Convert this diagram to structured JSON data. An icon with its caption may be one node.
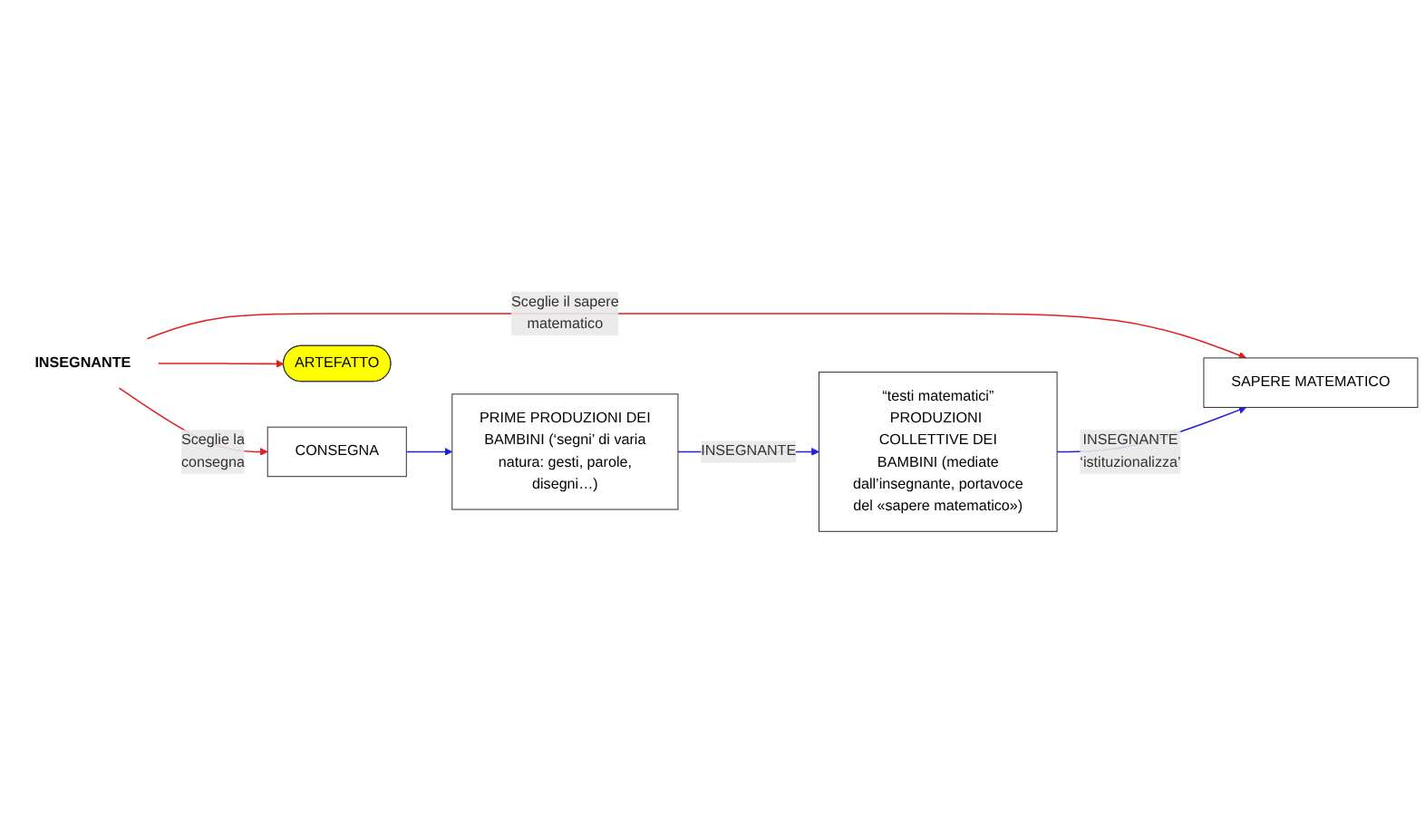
{
  "diagram": {
    "nodes": [
      {
        "text": [
          "CONSEGNA"
        ]
      },
      {
        "text": [
          "PRIME PRODUZIONI DEI BAMBINI (‘segni’ di varia natura: gesti, parole, disegni…)"
        ]
      },
      {
        "text": [
          "INSEGNANTE"
        ]
      },
      {
        "text": [
          "ARTEFATTO"
        ]
      },
      {
        "text": [
          "SAPERE MATEMATICO"
        ]
      },
      {
        "text": [
          "“testi matematici” PRODUZIONI COLLETTIVE DEI BAMBINI (mediate dall’insegnante, portavoce del «sapere matematico»)"
        ]
      }
    ],
    "edges": [
      {
        "from": 0,
        "to": 1,
        "arrow": "to",
        "color": "#2020e0"
      },
      {
        "from": 2,
        "to": 0,
        "arrow": "to",
        "label": "Sceglie la consegna",
        "color": "#e02020"
      },
      {
        "from": 2,
        "to": 3,
        "arrow": "to",
        "color": "#e02020"
      },
      {
        "from": 2,
        "to": 4,
        "arrow": "to",
        "label": "Sceglie il sapere matematico",
        "color": "#e02020"
      },
      {
        "from": 1,
        "to": 5,
        "arrow": "to",
        "label": "INSEGNANTE",
        "color": "#2020e0"
      },
      {
        "from": 5,
        "to": 4,
        "arrow": "to",
        "label": "INSEGNANTE ‘istituzionalizza’",
        "color": "#2020e0"
      }
    ]
  }
}
